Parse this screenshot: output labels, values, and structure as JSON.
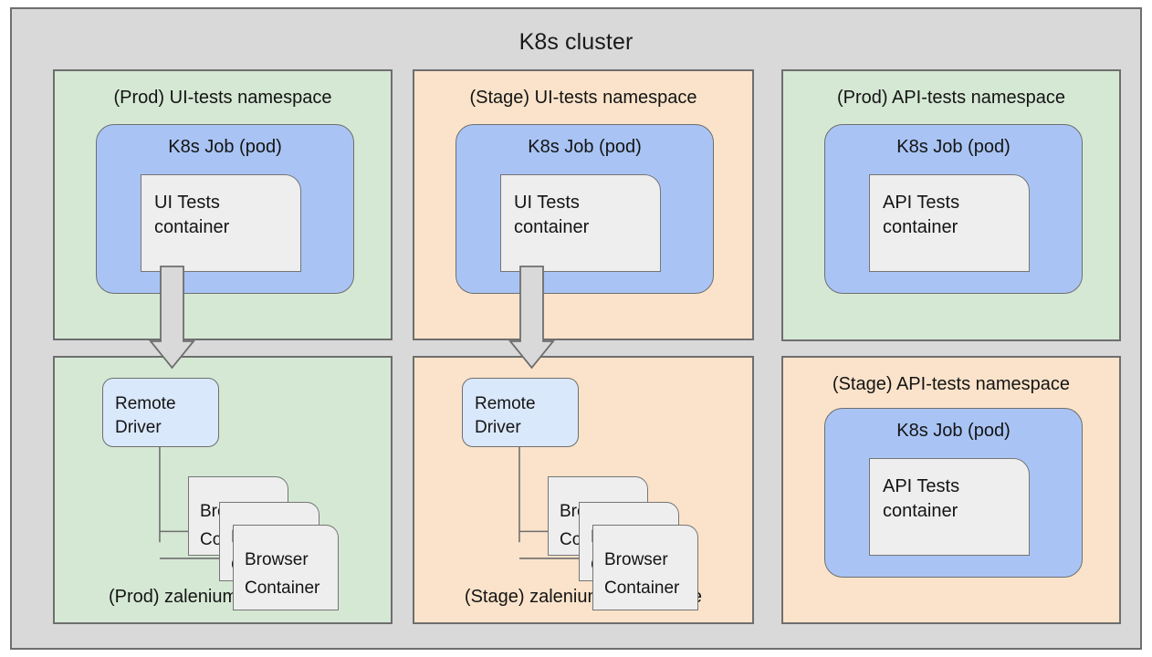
{
  "diagram": {
    "type": "architecture-diagram",
    "title": "K8s cluster",
    "background_color": "#d9d9d9",
    "colors": {
      "cluster_background": "#d9d9d9",
      "prod_namespace": "#d5e8d4",
      "stage_namespace": "#fae3ca",
      "pod": "#a9c4f4",
      "container": "#eeeeee",
      "remote_driver": "#dae8fc",
      "stroke": "#6e6e6e",
      "arrow_fill": "#d9d9d9",
      "text": "#141414"
    }
  },
  "namespaces": [
    {
      "id": "prod-ui-tests",
      "label": "(Prod) UI-tests namespace",
      "label_position": "top",
      "env": "Prod",
      "color": "prod_namespace",
      "pod": {
        "title": "K8s Job (pod)",
        "container": "UI Tests\ncontainer"
      }
    },
    {
      "id": "stage-ui-tests",
      "label": "(Stage) UI-tests namespace",
      "label_position": "top",
      "env": "Stage",
      "color": "stage_namespace",
      "pod": {
        "title": "K8s Job (pod)",
        "container": "UI Tests\ncontainer"
      }
    },
    {
      "id": "prod-api-tests",
      "label": "(Prod) API-tests namespace",
      "label_position": "top",
      "env": "Prod",
      "color": "prod_namespace",
      "pod": {
        "title": "K8s Job (pod)",
        "container": "API Tests\ncontainer"
      }
    },
    {
      "id": "prod-zalenium",
      "label": "(Prod) zalenium namespace",
      "label_position": "bottom",
      "env": "Prod",
      "color": "prod_namespace",
      "driver": "Remote\nDriver",
      "browsers": [
        "Browser\nContainer",
        "Browser\nContainer",
        "Browser\nContainer"
      ]
    },
    {
      "id": "stage-zalenium",
      "label": "(Stage) zalenium namespace",
      "label_position": "bottom",
      "env": "Stage",
      "color": "stage_namespace",
      "driver": "Remote\nDriver",
      "browsers": [
        "Browser\nContainer",
        "Browser\nContainer",
        "Browser\nContainer"
      ]
    },
    {
      "id": "stage-api-tests",
      "label": "(Stage) API-tests namespace",
      "label_position": "top",
      "env": "Stage",
      "color": "stage_namespace",
      "pod": {
        "title": "K8s Job (pod)",
        "container": "API Tests\ncontainer"
      }
    }
  ],
  "connections": [
    {
      "from": "prod-ui-tests.container",
      "to": "prod-zalenium.driver",
      "style": "block-arrow"
    },
    {
      "from": "stage-ui-tests.container",
      "to": "stage-zalenium.driver",
      "style": "block-arrow"
    },
    {
      "from": "prod-zalenium.driver",
      "to": "prod-zalenium.browsers",
      "style": "line-arrow"
    },
    {
      "from": "stage-zalenium.driver",
      "to": "stage-zalenium.browsers",
      "style": "line-arrow"
    }
  ]
}
